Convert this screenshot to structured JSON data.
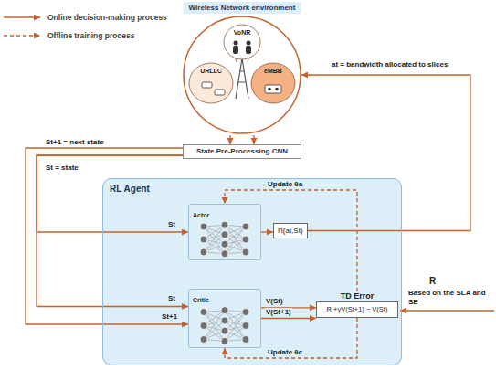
{
  "diagram": {
    "nodes": [
      {
        "text": [
          "Wireless Network environment"
        ]
      },
      {
        "text": [
          "VoNR"
        ],
        "in": 0
      },
      {
        "text": [
          "URLLC"
        ],
        "in": 0
      },
      {
        "text": [
          "eMBB"
        ],
        "in": 0
      },
      {
        "text": [
          "State Pre-Processing CNN"
        ]
      },
      {
        "text": [
          "RL Agent"
        ]
      },
      {
        "text": [
          "Actor"
        ],
        "in": 5
      },
      {
        "text": [
          "Critic"
        ],
        "in": 5
      },
      {
        "text": [
          "Π(at,St)"
        ],
        "in": 5
      },
      {
        "text": [
          "TD Error",
          "R +γV(St+1) − V(St)"
        ],
        "in": 5
      }
    ],
    "edges": [
      {
        "from": 0,
        "to": 4,
        "arrow": "to"
      },
      {
        "from": 0,
        "to": 4,
        "arrow": "to"
      },
      {
        "from": 4,
        "to": 6,
        "label": "St",
        "arrow": "to"
      },
      {
        "from": 4,
        "to": 7,
        "label": "St",
        "arrow": "to"
      },
      {
        "from": 4,
        "to": 7,
        "label": "St+1",
        "arrow": "to"
      },
      {
        "from": 6,
        "to": 8,
        "arrow": "to"
      },
      {
        "from": 8,
        "to": 0,
        "label": "at = bandwidth allocated to slices",
        "arrow": "to"
      },
      {
        "from": 7,
        "to": 9,
        "label": "V(St)",
        "arrow": "to"
      },
      {
        "from": 7,
        "to": 9,
        "label": "V(St+1)",
        "arrow": "to"
      },
      {
        "from": 9,
        "to": 6,
        "label": "Update θa",
        "arrow": "to"
      },
      {
        "from": 9,
        "to": 7,
        "label": "Update θc",
        "arrow": "to"
      }
    ],
    "labels": [
      "St+1 = next state",
      "St = state",
      "R",
      "Based on the SLA and SE"
    ],
    "legend": [
      {
        "text": "Online decision-making process"
      },
      {
        "text": "Offline training process"
      }
    ]
  }
}
